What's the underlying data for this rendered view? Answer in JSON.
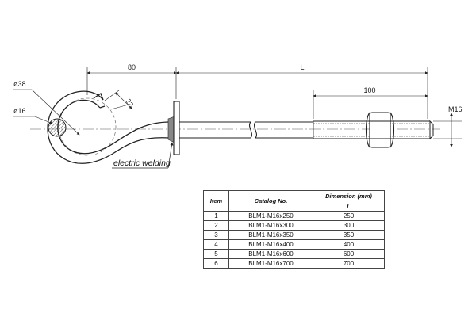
{
  "drawing": {
    "dimensions": {
      "hook_offset": "80",
      "length": "L",
      "thread_length": "100",
      "thread_size": "M16",
      "hook_outer_dia": "ø38",
      "rod_dia": "ø16",
      "hook_gap": "22"
    },
    "callout": "electric welding"
  },
  "table": {
    "headers": {
      "item": "Item",
      "catalog": "Catalog No.",
      "dimension": "Dimension (mm)",
      "l": "L"
    },
    "rows": [
      {
        "item": "1",
        "catalog": "BLM1-M16x250",
        "l": "250"
      },
      {
        "item": "2",
        "catalog": "BLM1-M16x300",
        "l": "300"
      },
      {
        "item": "3",
        "catalog": "BLM1-M16x350",
        "l": "350"
      },
      {
        "item": "4",
        "catalog": "BLM1-M16x400",
        "l": "400"
      },
      {
        "item": "5",
        "catalog": "BLM1-M16x600",
        "l": "600"
      },
      {
        "item": "6",
        "catalog": "BLM1-M16x700",
        "l": "700"
      }
    ]
  }
}
